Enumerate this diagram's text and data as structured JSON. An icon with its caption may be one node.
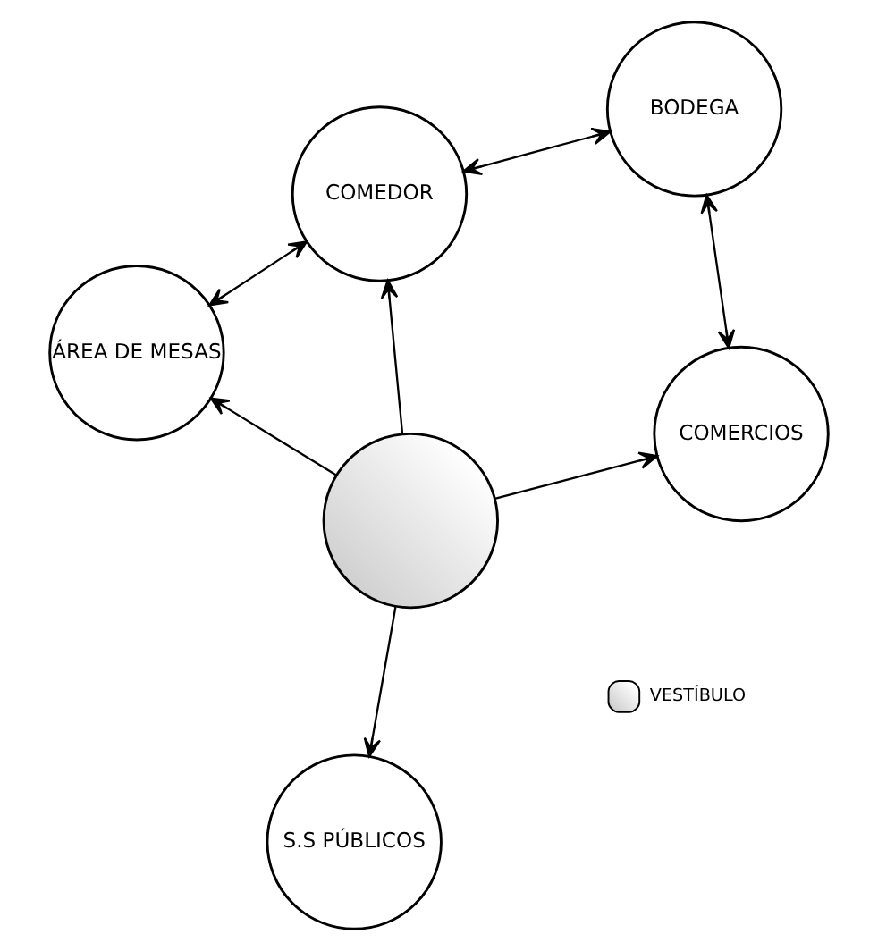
{
  "diagram": {
    "nodes": [
      {
        "text": [],
        "shape": "circle"
      },
      {
        "text": [
          "COMERCIOS"
        ]
      },
      {
        "text": [
          "S.S PÚBLICOS"
        ]
      },
      {
        "text": [
          "BODEGA"
        ]
      },
      {
        "text": [
          "COMEDOR"
        ]
      },
      {
        "text": [
          "ÁREA DE MESAS"
        ]
      }
    ],
    "edges": [
      {
        "from": 0,
        "to": 1,
        "arrow": "to"
      },
      {
        "from": 0,
        "to": 2,
        "arrow": "to"
      },
      {
        "from": 0,
        "to": 4,
        "arrow": "to"
      },
      {
        "from": 0,
        "to": 5,
        "arrow": "to"
      },
      {
        "from": 3,
        "to": 1,
        "arrow": "both"
      },
      {
        "from": 3,
        "to": 4,
        "arrow": "both"
      },
      {
        "from": 4,
        "to": 5,
        "arrow": "both"
      }
    ],
    "legend": [
      {
        "text": "VESTÍBULO"
      }
    ]
  }
}
